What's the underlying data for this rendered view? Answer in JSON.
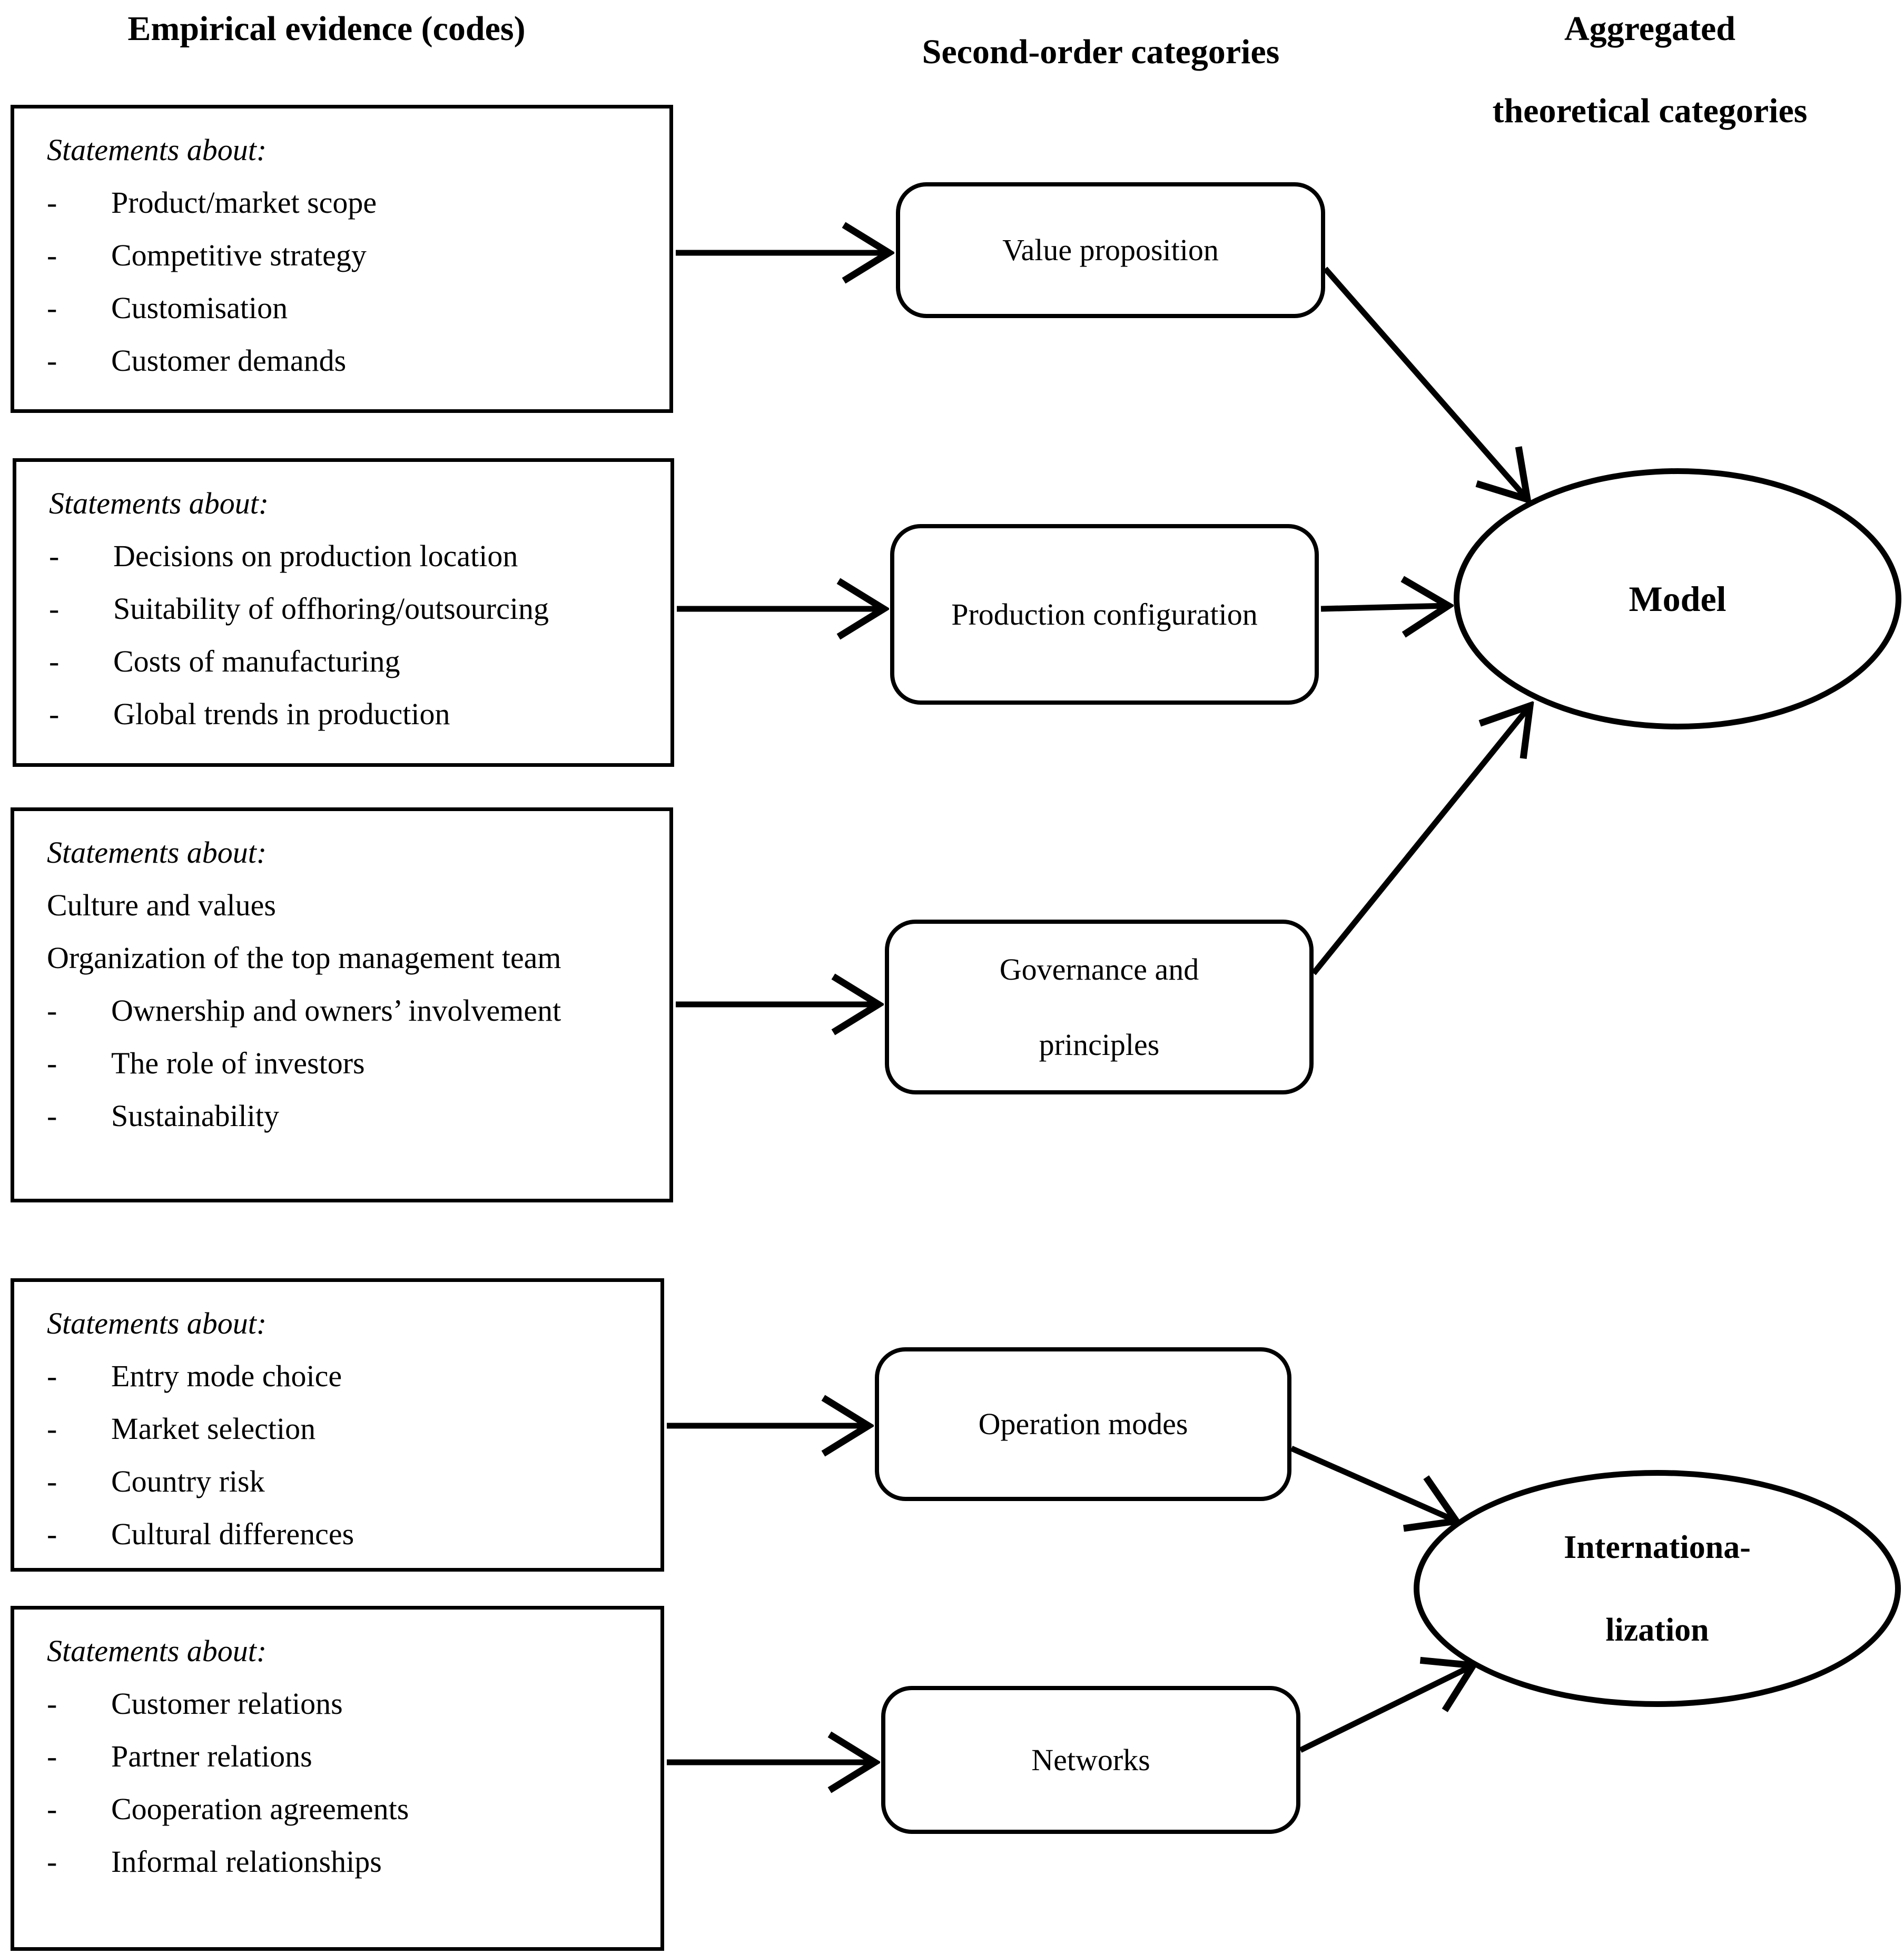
{
  "headers": {
    "col1": "Empirical evidence (codes)",
    "col2": "Second-order categories",
    "col3_line1": "Aggregated",
    "col3_line2": "theoretical categories"
  },
  "evidence_boxes": [
    {
      "intro": "Statements about:",
      "items": [
        {
          "dash": "-",
          "label": "Product/market scope"
        },
        {
          "dash": "-",
          "label": "Competitive strategy"
        },
        {
          "dash": "-",
          "label": "Customisation"
        },
        {
          "dash": "-",
          "label": "Customer demands"
        }
      ]
    },
    {
      "intro": "Statements about:",
      "items": [
        {
          "dash": "-",
          "label": "Decisions on production location"
        },
        {
          "dash": "-",
          "label": "Suitability of offhoring/outsourcing"
        },
        {
          "dash": "-",
          "label": "Costs of manufacturing"
        },
        {
          "dash": "-",
          "label": "Global trends in production"
        }
      ]
    },
    {
      "intro": "Statements about:",
      "items": [
        {
          "dash": "",
          "label": "Culture and values"
        },
        {
          "dash": "",
          "label": "Organization of the top management team"
        },
        {
          "dash": "-",
          "label": "Ownership and owners’ involvement"
        },
        {
          "dash": "-",
          "label": "The role of investors"
        },
        {
          "dash": "-",
          "label": "Sustainability"
        }
      ]
    },
    {
      "intro": "Statements about:",
      "items": [
        {
          "dash": "-",
          "label": "Entry mode choice"
        },
        {
          "dash": "-",
          "label": "Market selection"
        },
        {
          "dash": "-",
          "label": "Country risk"
        },
        {
          "dash": "-",
          "label": "Cultural differences"
        }
      ]
    },
    {
      "intro": "Statements about:",
      "items": [
        {
          "dash": "-",
          "label": "Customer relations"
        },
        {
          "dash": "-",
          "label": "Partner relations"
        },
        {
          "dash": "-",
          "label": "Cooperation agreements"
        },
        {
          "dash": "-",
          "label": "Informal relationships"
        }
      ]
    }
  ],
  "categories": {
    "value_proposition": "Value proposition",
    "production_configuration": "Production configuration",
    "governance_line1": "Governance and",
    "governance_line2": "principles",
    "operation_modes": "Operation modes",
    "networks": "Networks"
  },
  "aggregated": {
    "model": "Model",
    "internationalization_line1": "Internationa-",
    "internationalization_line2": "lization"
  },
  "colors": {
    "ink": "#000000",
    "background": "#ffffff"
  }
}
